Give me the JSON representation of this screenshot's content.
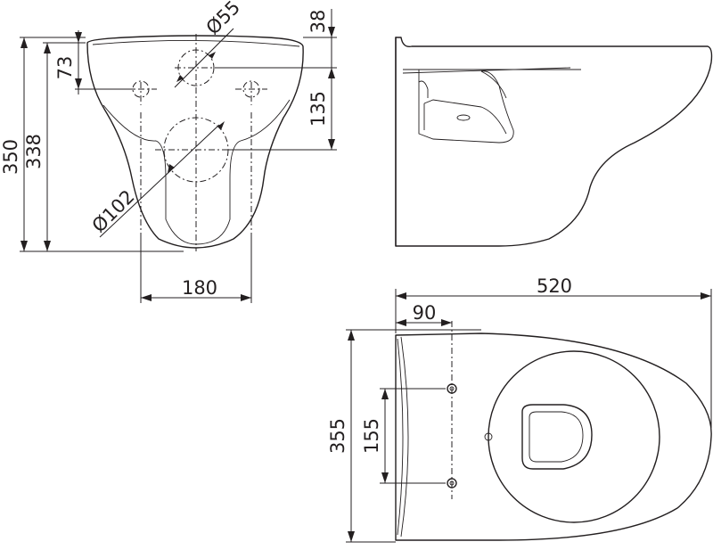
{
  "front_view": {
    "dim_height_total": "350",
    "dim_height_pan": "338",
    "dim_fix_height": "73",
    "dim_top_offset": "38",
    "dim_upper_to_lower": "135",
    "dim_inlet_diameter": "Ø55",
    "dim_outlet_diameter": "Ø102",
    "dim_fix_width": "180"
  },
  "top_view": {
    "dim_length": "520",
    "dim_fix_depth": "90",
    "dim_width": "355",
    "dim_fix_spacing": "155"
  },
  "colors": {
    "line": "#231f20",
    "background": "#ffffff"
  }
}
